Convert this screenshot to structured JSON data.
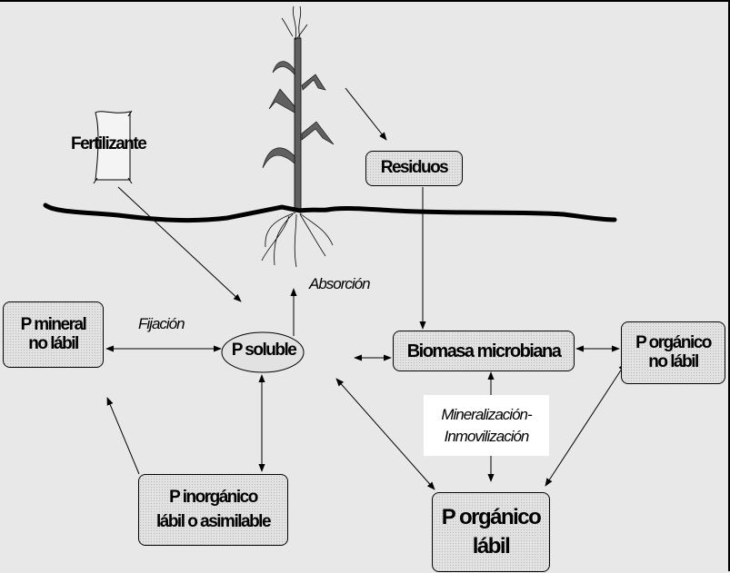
{
  "labels": {
    "fertilizante": "Fertilizante",
    "residuos": "Residuos",
    "absorcion": "Absorción",
    "fijacion": "Fijación",
    "p_mineral": [
      "P mineral",
      "no lábil"
    ],
    "p_soluble": "P soluble",
    "biomasa": "Biomasa microbiana",
    "p_organico_no_labil": [
      "P orgánico",
      "no lábil"
    ],
    "mineralizacion": [
      "Mineralización-",
      "Inmovilización"
    ],
    "p_organico_labil": [
      "P orgánico",
      "lábil"
    ],
    "p_inorganico": [
      "P inorgánico",
      "lábil o asimilable"
    ]
  }
}
